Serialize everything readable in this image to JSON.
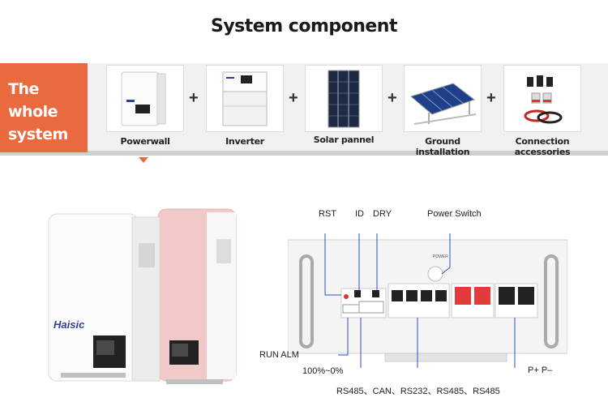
{
  "title": "System component",
  "whole_system": "The whole system",
  "components": [
    {
      "label": "Powerwall",
      "icon": "powerwall-icon"
    },
    {
      "label": "Inverter",
      "icon": "inverter-icon"
    },
    {
      "label": "Solar pannel",
      "icon": "solar-panel-icon"
    },
    {
      "label": "Ground installation",
      "icon": "ground-mount-icon"
    },
    {
      "label": "Connection accessories",
      "icon": "connectors-icon"
    }
  ],
  "plus": "+",
  "brand": "Haisic",
  "power_label": "POWER",
  "annotations": {
    "rst": "RST",
    "id": "ID",
    "dry": "DRY",
    "power_switch": "Power Switch",
    "run_alm": "RUN  ALM",
    "soc": "100%~0%",
    "comm": "RS485、CAN、RS232、RS485、RS485",
    "terminals": "P+  P–"
  },
  "colors": {
    "accent": "#ea6a3f",
    "pink": "#f2c9c9",
    "terminal_red": "#e23b3b"
  }
}
